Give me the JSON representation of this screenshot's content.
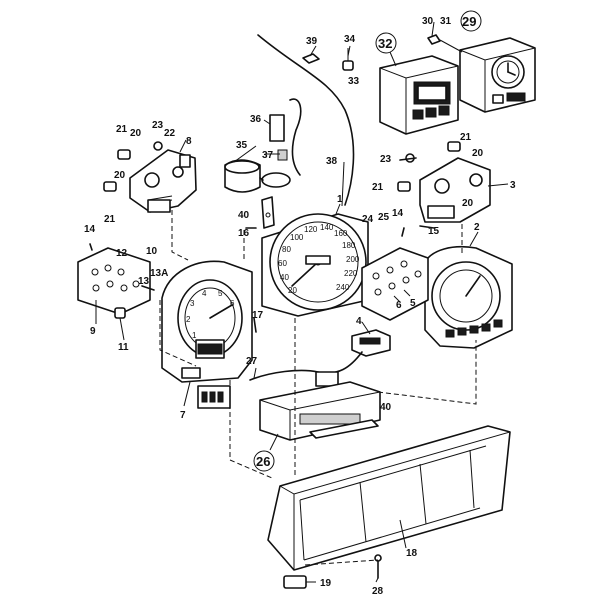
{
  "callouts": {
    "c1": "1",
    "c2": "2",
    "c3": "3",
    "c4": "4",
    "c5": "5",
    "c6": "6",
    "c7": "7",
    "c8": "8",
    "c9": "9",
    "c10": "10",
    "c11": "11",
    "c12": "12",
    "c13": "13",
    "c13a": "13A",
    "c14a": "14",
    "c14b": "14",
    "c15": "15",
    "c16": "16",
    "c17": "17",
    "c18": "18",
    "c19": "19",
    "c20a": "20",
    "c20b": "20",
    "c20c": "20",
    "c20d": "20",
    "c21a": "21",
    "c21b": "21",
    "c21c": "21",
    "c21d": "21",
    "c22": "22",
    "c23a": "23",
    "c23b": "23",
    "c24": "24",
    "c25": "25",
    "c26": "26",
    "c27": "27",
    "c28": "28",
    "c29": "29",
    "c30": "30",
    "c31": "31",
    "c32": "32",
    "c33": "33",
    "c34": "34",
    "c35": "35",
    "c36": "36",
    "c37": "37",
    "c38": "38",
    "c39": "39",
    "c40a": "40",
    "c40b": "40"
  },
  "dial_labels": {
    "speedo": [
      "20",
      "40",
      "60",
      "80",
      "100",
      "120",
      "140",
      "160",
      "180",
      "200",
      "220",
      "240"
    ],
    "tacho": [
      "1",
      "2",
      "3",
      "4",
      "5",
      "6"
    ]
  },
  "colors": {
    "ink": "#111111",
    "paper": "#ffffff"
  }
}
